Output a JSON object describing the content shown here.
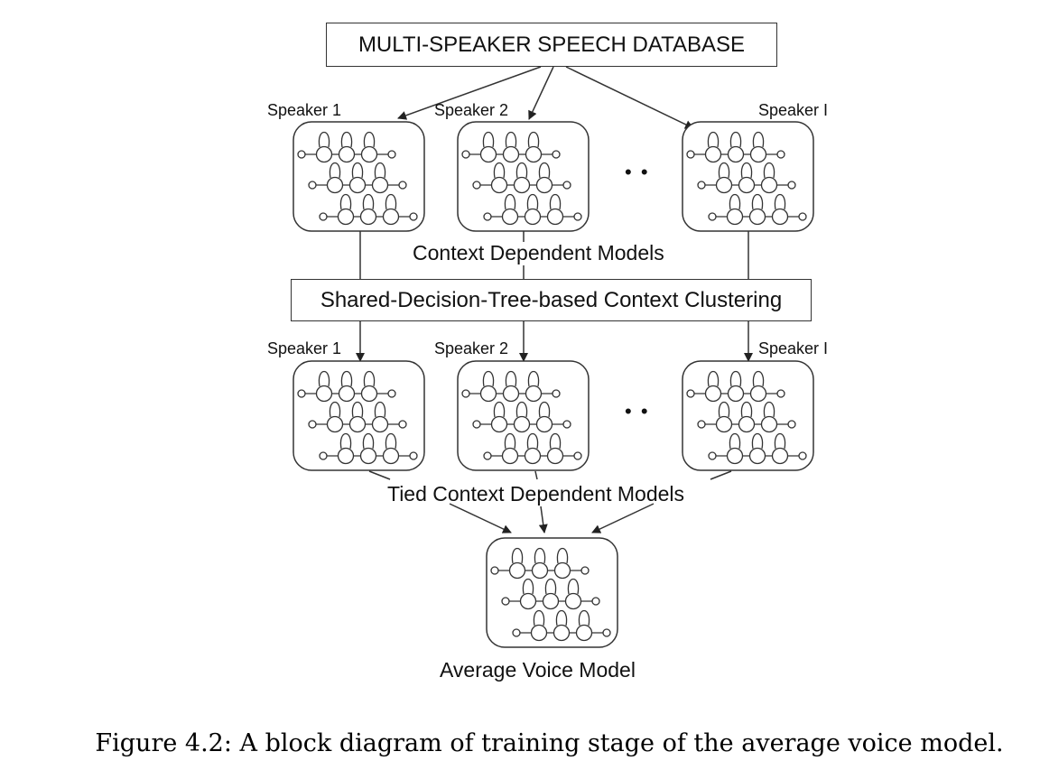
{
  "database_label": "MULTI-SPEAKER SPEECH DATABASE",
  "top_row": {
    "speakers": [
      "Speaker 1",
      "Speaker 2",
      "Speaker I"
    ],
    "ellipsis": "• •",
    "caption": "Context Dependent Models"
  },
  "clustering_label": "Shared-Decision-Tree-based Context Clustering",
  "bottom_row": {
    "speakers": [
      "Speaker 1",
      "Speaker 2",
      "Speaker I"
    ],
    "ellipsis": "• •",
    "caption": "Tied Context Dependent Models"
  },
  "average_model_label": "Average Voice Model",
  "figure_caption": "Figure 4.2: A block diagram of training stage of the average voice model.",
  "colors": {
    "stroke": "#333333",
    "text": "#111111",
    "background": "#ffffff"
  }
}
